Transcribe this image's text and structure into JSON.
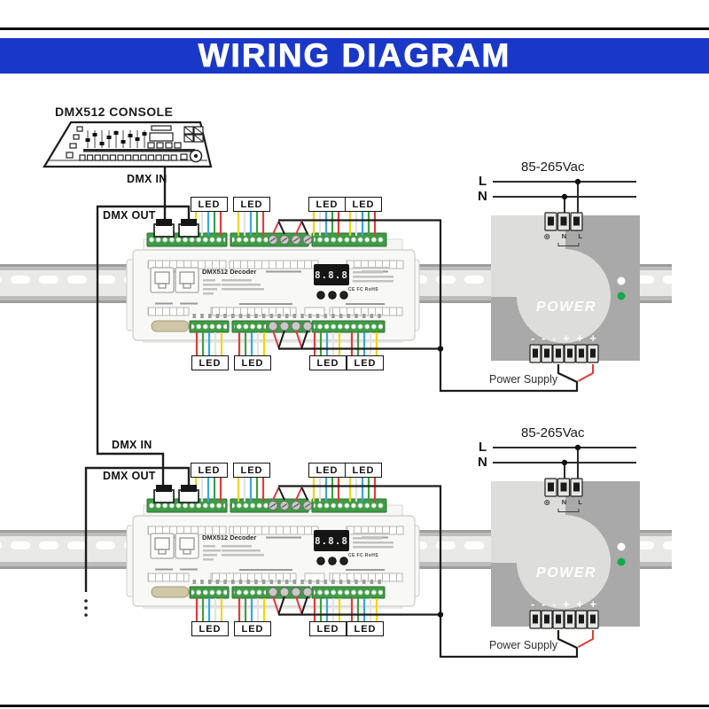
{
  "banner": {
    "title": "WIRING DIAGRAM",
    "bg_color": "#1a38c8"
  },
  "console": {
    "label": "DMX512 CONSOLE"
  },
  "labels": {
    "dmx_in": "DMX IN",
    "dmx_out": "DMX OUT",
    "led": "LED",
    "voltage": "85-265Vac",
    "line": "L",
    "neutral": "N",
    "power": "POWER",
    "power_supply": "Power Supply"
  },
  "decoder": {
    "title": "DMX512 Decoder",
    "display": "8.8.8",
    "certs": "CE FC RoHS"
  },
  "psu": {
    "top_terminals": [
      "◎",
      "N",
      "L"
    ],
    "bottom_signs": [
      "-",
      "-",
      "-",
      "+",
      "+",
      "+"
    ],
    "indicator_green": "#17a84b"
  },
  "colors": {
    "wire_yellow": "#f2d50f",
    "wire_white": "#e2e2e2",
    "wire_blue": "#35a8e0",
    "wire_green": "#3f9e42",
    "wire_red": "#e23b3b",
    "terminal_green": "#3f9b45",
    "psu_gray": "#a9a9a9",
    "rail_gray": "#bdbdbd"
  }
}
